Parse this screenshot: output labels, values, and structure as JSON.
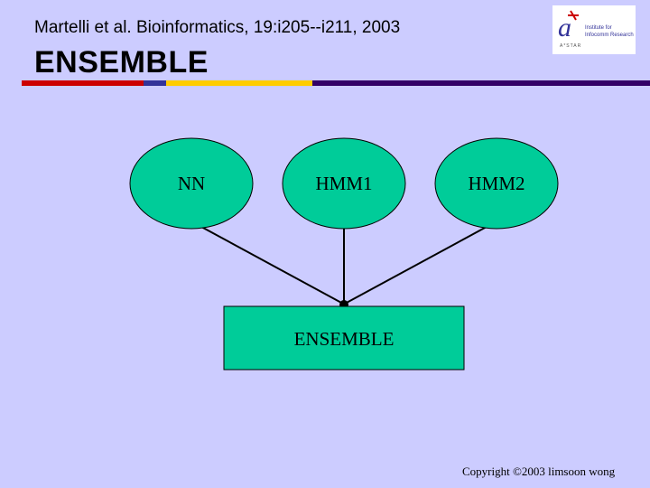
{
  "header": {
    "citation": "Martelli et al. Bioinformatics, 19:i205--i211, 2003",
    "title": "ENSEMBLE"
  },
  "logo": {
    "line1": "Institute for",
    "line2": "Infocomm Research",
    "tagline": "A*STAR"
  },
  "diagram": {
    "inputs": [
      {
        "label": "NN"
      },
      {
        "label": "HMM1"
      },
      {
        "label": "HMM2"
      }
    ],
    "output": {
      "label": "ENSEMBLE"
    }
  },
  "footer": {
    "copyright": "Copyright ©2003 limsoon wong"
  },
  "colors": {
    "background": "#ccccff",
    "node_fill": "#00cc99",
    "rule_red": "#cc0000",
    "rule_blue": "#333399",
    "rule_yellow": "#ffcc00",
    "rule_purple": "#330066"
  }
}
